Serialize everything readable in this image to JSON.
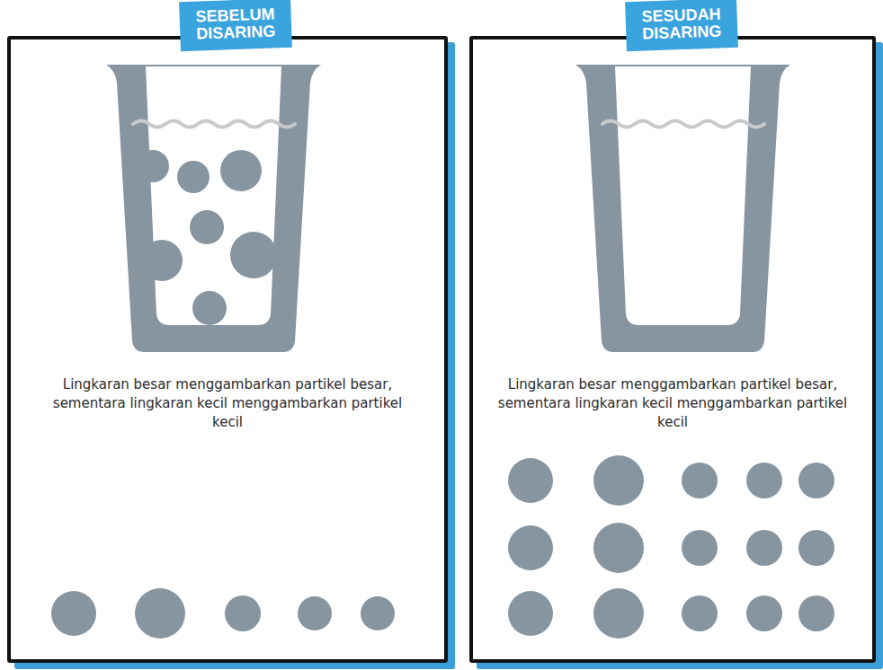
{
  "diagram": {
    "nodes": [
      {
        "text": [
          "SEBELUM DISARING",
          "Lingkaran besar menggambarkan partikel besar, sementara lingkaran kecil menggambarkan partikel kecil"
        ]
      },
      {
        "text": [
          "SESUDAH DISARING",
          "Lingkaran besar menggambarkan partikel besar, sementara lingkaran kecil menggambarkan partikel kecil"
        ]
      }
    ]
  }
}
